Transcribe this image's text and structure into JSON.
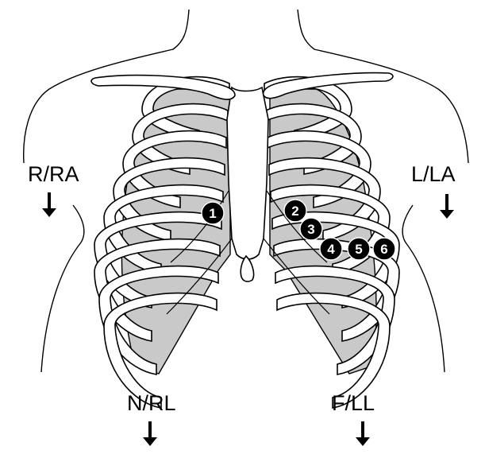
{
  "limb_leads": [
    {
      "id": "ra",
      "label": "R/RA"
    },
    {
      "id": "la",
      "label": "L/LA"
    },
    {
      "id": "rl",
      "label": "N/RL"
    },
    {
      "id": "ll",
      "label": "F/LL"
    }
  ],
  "chest_electrodes": [
    "1",
    "2",
    "3",
    "4",
    "5",
    "6"
  ],
  "colors": {
    "lung_fill": "#c9c9c9",
    "electrode_fill": "#000000",
    "stroke": "#000000"
  }
}
